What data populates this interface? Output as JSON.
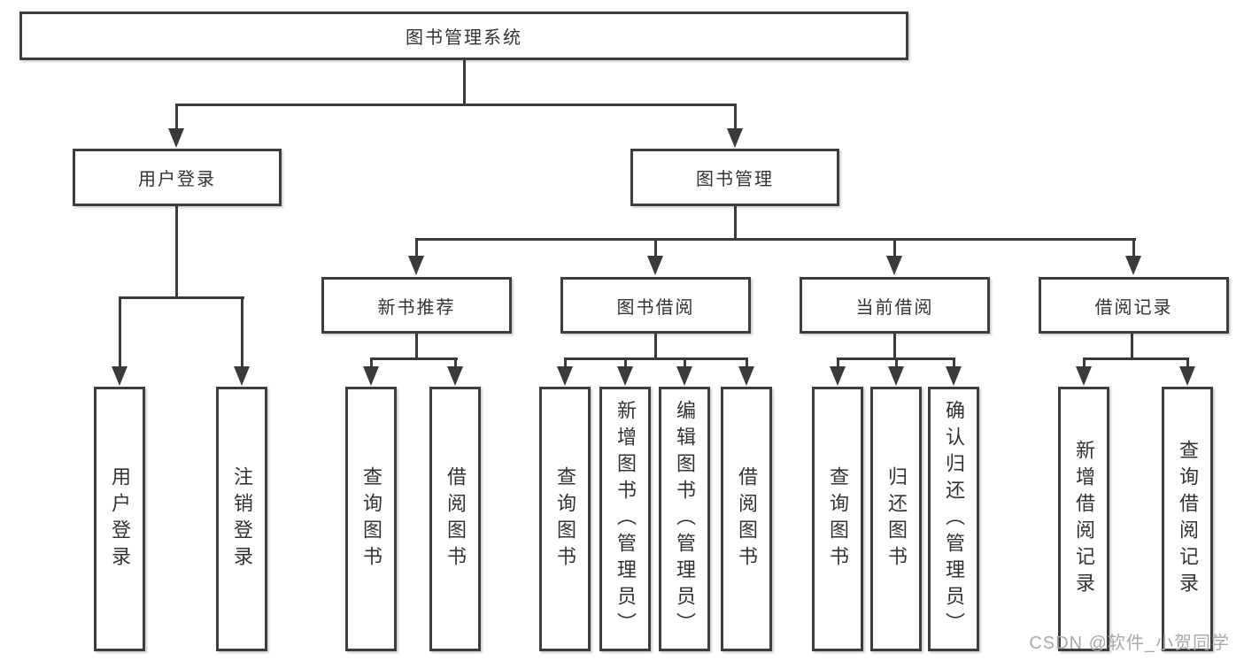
{
  "diagram": {
    "root": {
      "label": "图书管理系统"
    },
    "level2": [
      {
        "label": "用户登录"
      },
      {
        "label": "图书管理"
      }
    ],
    "level3": [
      {
        "label": "新书推荐"
      },
      {
        "label": "图书借阅"
      },
      {
        "label": "当前借阅"
      },
      {
        "label": "借阅记录"
      }
    ],
    "leaves": [
      {
        "label": "用户登录"
      },
      {
        "label": "注销登录"
      },
      {
        "label": "查询图书"
      },
      {
        "label": "借阅图书"
      },
      {
        "label": "查询图书"
      },
      {
        "label": "新增图书（管理员）"
      },
      {
        "label": "编辑图书（管理员）"
      },
      {
        "label": "借阅图书"
      },
      {
        "label": "查询图书"
      },
      {
        "label": "归还图书"
      },
      {
        "label": "确认归还（管理员）"
      },
      {
        "label": "新增借阅记录"
      },
      {
        "label": "查询借阅记录"
      }
    ]
  },
  "watermark": {
    "text": "CSDN @软件_小贺同学"
  },
  "colors": {
    "line": "#3a3a3a",
    "box_border": "#3d3d3d",
    "text": "#333333",
    "watermark": "#a9a9a9",
    "background": "#ffffff"
  }
}
